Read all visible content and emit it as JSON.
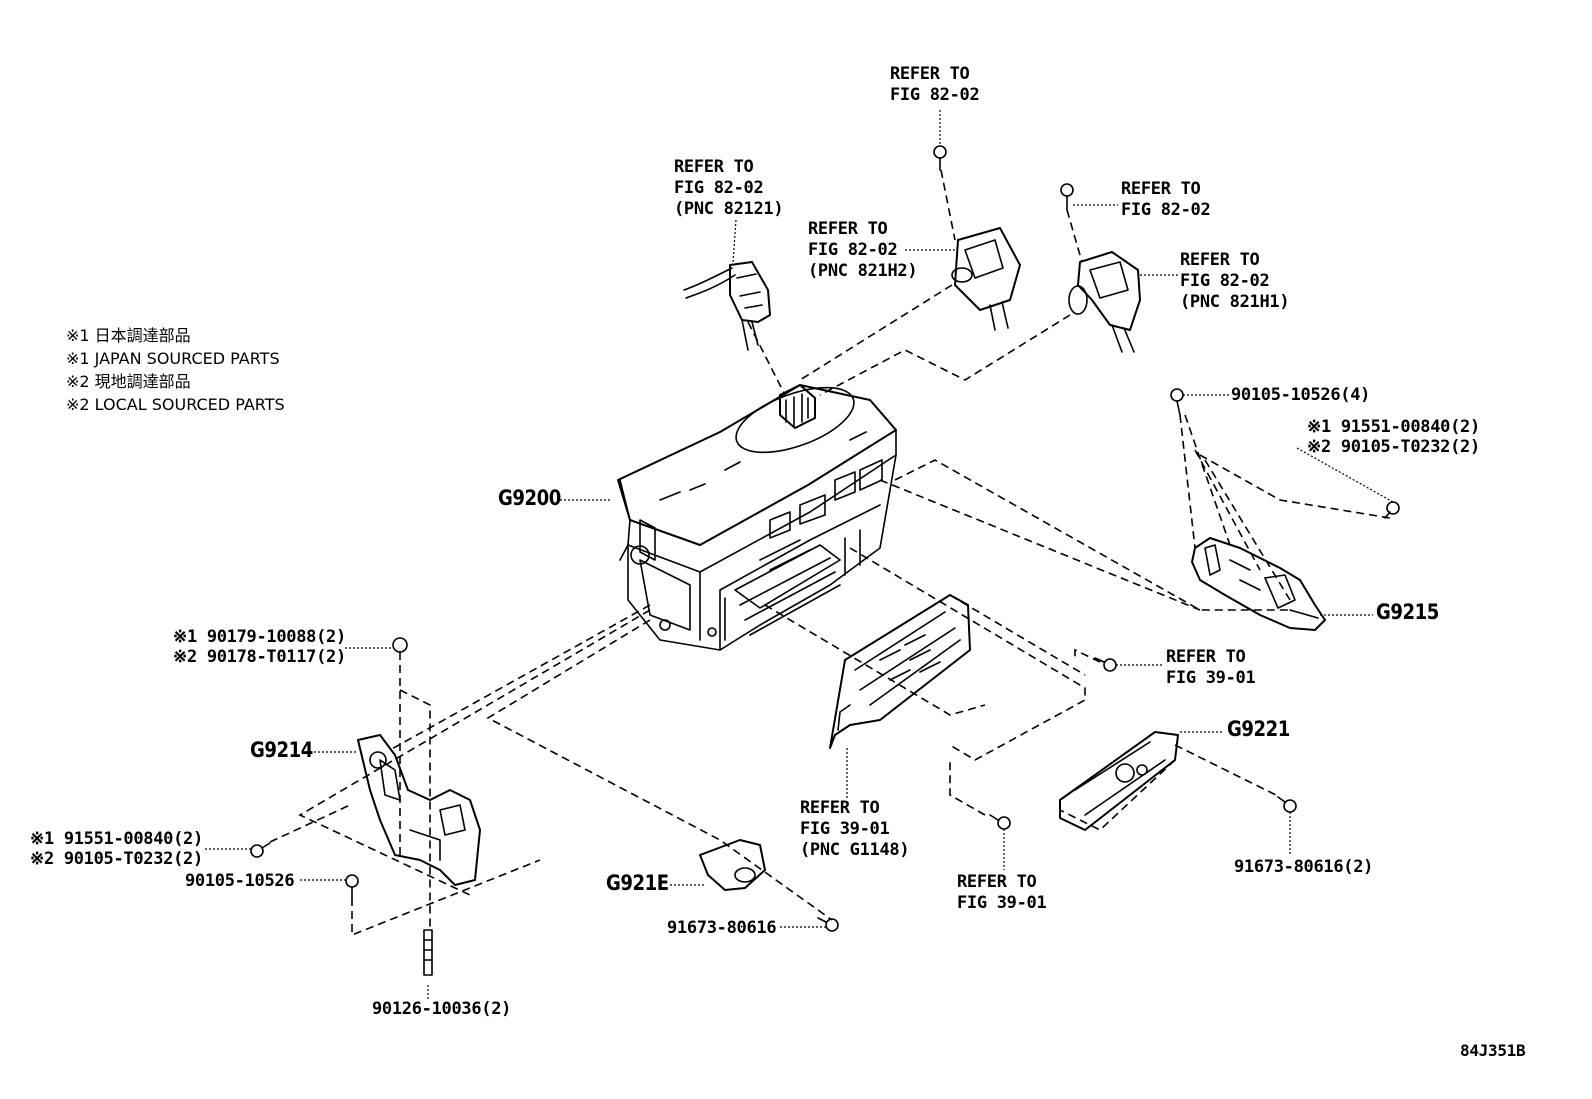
{
  "notes": [
    "※1 日本調達部品",
    "※1 JAPAN SOURCED PARTS",
    "※2 現地調達部品",
    "※2 LOCAL SOURCED PARTS"
  ],
  "refs": {
    "top_bolt": [
      "REFER TO",
      "FIG 82-02"
    ],
    "connector_82121": [
      "REFER TO",
      "FIG 82-02",
      "(PNC 82121)"
    ],
    "sensor_821h2": [
      "REFER TO",
      "FIG 82-02",
      "(PNC 821H2)"
    ],
    "right_bolt": [
      "REFER TO",
      "FIG 82-02"
    ],
    "sensor_821h1": [
      "REFER TO",
      "FIG 82-02",
      "(PNC 821H1)"
    ],
    "fig3901_right": [
      "REFER TO",
      "FIG 39-01"
    ],
    "fig3901_g1148": [
      "REFER TO",
      "FIG 39-01",
      "(PNC G1148)"
    ],
    "fig3901_bottom": [
      "REFER TO",
      "FIG 39-01"
    ]
  },
  "parts": {
    "g9200": "G9200",
    "g9215": "G9215",
    "g9214": "G9214",
    "g9221": "G9221",
    "g921e": "G921E",
    "p_9010510526_4": "90105-10526(4)",
    "p_right_s1": "※1 91551-00840(2)",
    "p_right_s2": "※2 90105-T0232(2)",
    "p_left_top_s1": "※1 90179-10088(2)",
    "p_left_top_s2": "※2 90178-T0117(2)",
    "p_left_mid_s1": "※1 91551-00840(2)",
    "p_left_mid_s2": "※2 90105-T0232(2)",
    "p_9010510526": "90105-10526",
    "p_9012610036": "90126-10036(2)",
    "p_9167380616": "91673-80616",
    "p_9167380616_2": "91673-80616(2)"
  },
  "figure_id": "84J351B"
}
